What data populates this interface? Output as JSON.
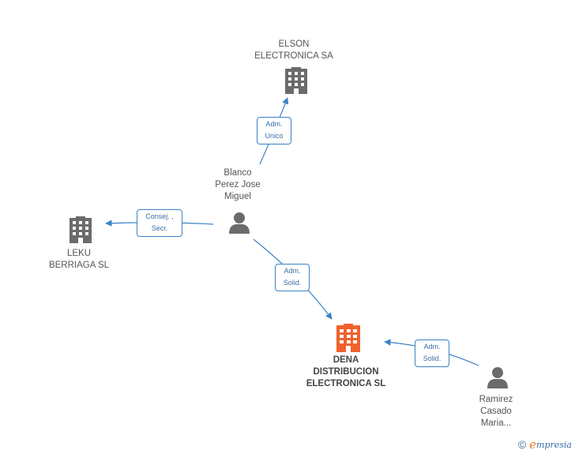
{
  "colors": {
    "edge": "#3b82c4",
    "building": "#6b6b6b",
    "building_main": "#f0622d",
    "person": "#6b6b6b"
  },
  "nodes": {
    "elson": {
      "label": "ELSON\nELECTRONICA SA",
      "icon": "building-icon"
    },
    "leku": {
      "label": "LEKU\nBERRIAGA SL",
      "icon": "building-icon"
    },
    "dena": {
      "label": "DENA\nDISTRIBUCION\nELECTRONICA SL",
      "icon": "building-icon"
    },
    "blanco": {
      "label": "Blanco\nPerez Jose\nMiguel",
      "icon": "person-icon"
    },
    "ramirez": {
      "label": "Ramirez\nCasado\nMaria...",
      "icon": "person-icon"
    }
  },
  "edges": {
    "blanco_elson": {
      "label": "Adm.\nUnico"
    },
    "blanco_leku": {
      "label": "Consej. ,\nSecr."
    },
    "blanco_dena": {
      "label": "Adm.\nSolid."
    },
    "ramirez_dena": {
      "label": "Adm.\nSolid."
    }
  },
  "footer": {
    "copyright": "©",
    "brand_initial": "e",
    "brand_rest": "mpresia"
  }
}
